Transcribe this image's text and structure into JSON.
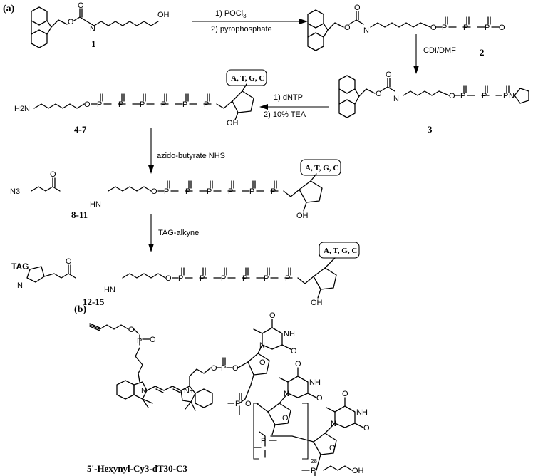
{
  "panel_a_label": "(a)",
  "panel_b_label": "(b)",
  "compounds": {
    "c1": "1",
    "c2": "2",
    "c3": "3",
    "c4_7": "4-7",
    "c8_11": "8-11",
    "c12_15": "12-15"
  },
  "reagents": {
    "step1_a": "1) POCl",
    "step1_a_sub": "3",
    "step1_b": "2) pyrophosphate",
    "step2": "CDI/DMF",
    "step3_a": "1) dNTP",
    "step3_b": "2) 10% TEA",
    "step4": "azido-butyrate NHS",
    "step5": "TAG-alkyne"
  },
  "base_label": "A, T, G, C",
  "atoms": {
    "oh": "OH",
    "o": "O",
    "p": "P",
    "n": "N",
    "nh": "NH",
    "h2n": "H2N",
    "n3": "N3",
    "hn": "HN",
    "tag": "TAG",
    "nplus": "N+"
  },
  "subscript_28": "28",
  "product_name": "5'-Hexynyl-Cy3-dT30-C3"
}
